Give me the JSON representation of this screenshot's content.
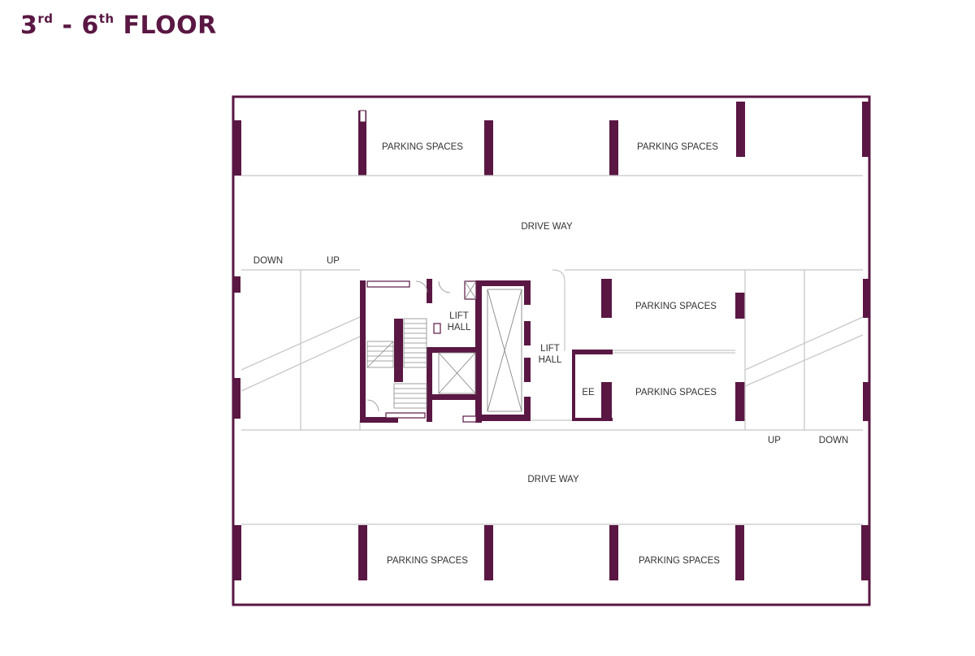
{
  "title": {
    "n1": "3",
    "s1": "rd",
    "mid": " - 6",
    "s2": "th",
    "tail": " FLOOR"
  },
  "colors": {
    "wall": "#5a1743",
    "line": "#c8c8c8",
    "text": "#333333"
  },
  "labels": {
    "parking_top_left": "PARKING SPACES",
    "parking_top_right": "PARKING SPACES",
    "driveway_top": "DRIVE WAY",
    "down_left": "DOWN",
    "up_left": "UP",
    "lift_hall_1a": "LIFT",
    "lift_hall_1b": "HALL",
    "lift_hall_2a": "LIFT",
    "lift_hall_2b": "HALL",
    "ee": "EE",
    "parking_mid_upper": "PARKING SPACES",
    "parking_mid_lower": "PARKING SPACES",
    "up_right": "UP",
    "down_right": "DOWN",
    "driveway_bottom": "DRIVE WAY",
    "parking_bottom_left": "PARKING SPACES",
    "parking_bottom_right": "PARKING SPACES"
  }
}
